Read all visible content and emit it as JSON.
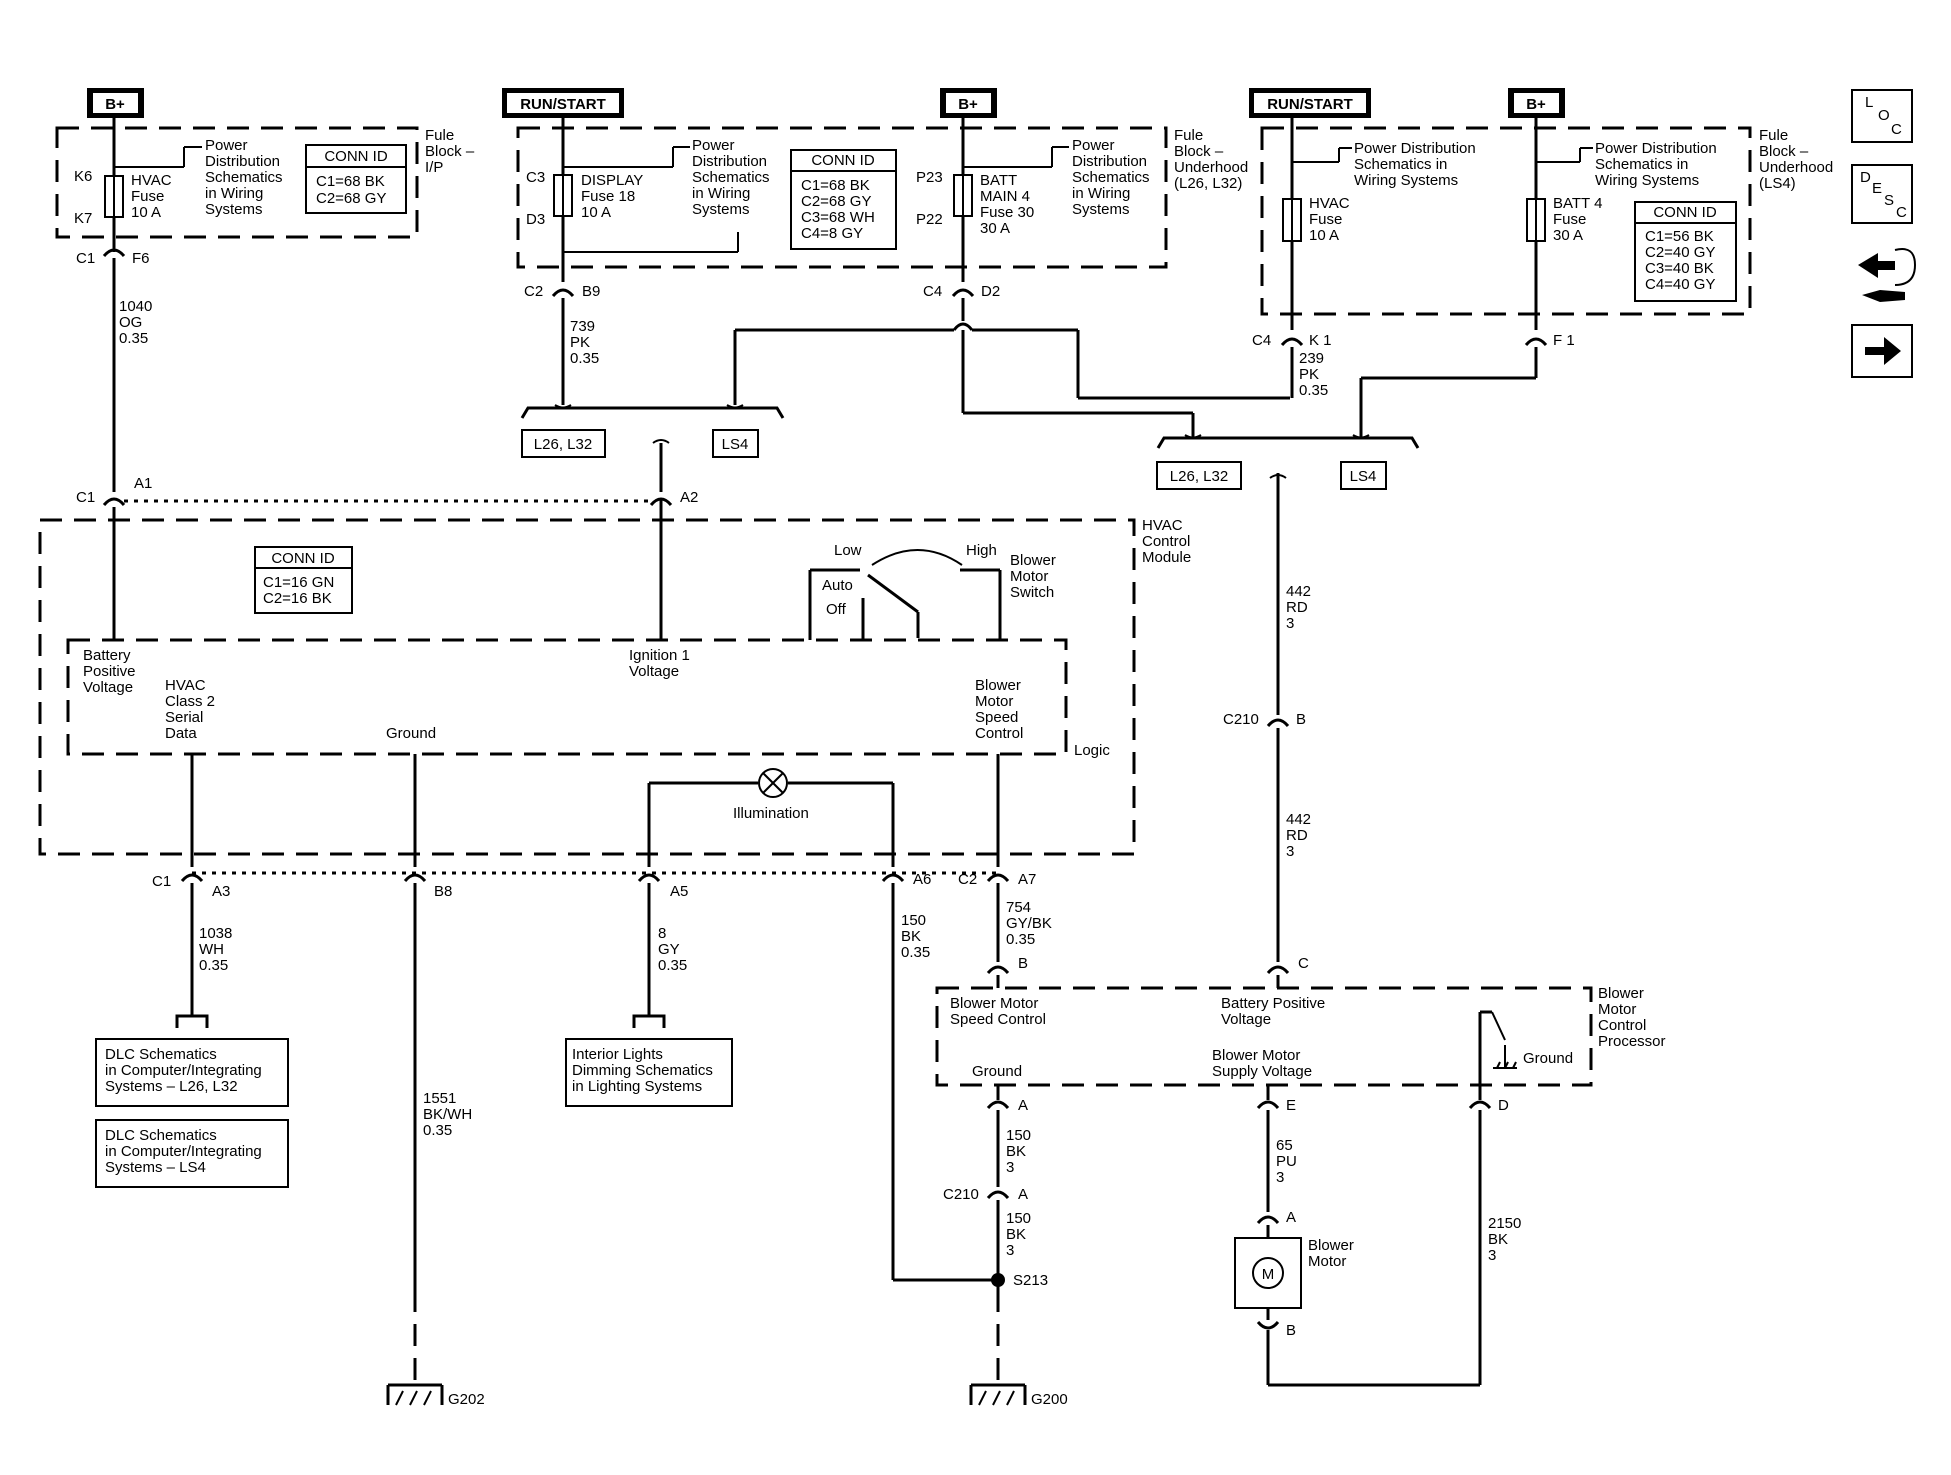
{
  "power_tags": {
    "bplus_1": "B+",
    "run_start_1": "RUN/START",
    "bplus_2": "B+",
    "run_start_2": "RUN/START",
    "bplus_3": "B+"
  },
  "nav": {
    "loc_icon": "loc-icon",
    "desc_icon": "desc-icon",
    "connector_icon": "connector-view-icon",
    "next_icon": "next-page-icon",
    "loc_letters": [
      "L",
      "O",
      "C"
    ],
    "desc_letters": [
      "D",
      "E",
      "S",
      "C"
    ]
  },
  "fuse_block_ip": {
    "title": [
      "Fule",
      "Block –",
      "I/P"
    ],
    "pins": [
      "K6",
      "K7"
    ],
    "fuse": [
      "HVAC",
      "Fuse",
      "10 A"
    ],
    "ref": [
      "Power",
      "Distribution",
      "Schematics",
      "in Wiring",
      "Systems"
    ],
    "conn_id": {
      "header": "CONN ID",
      "rows": [
        "C1=68 BK",
        "C2=68 GY"
      ]
    },
    "out_conn": "C1",
    "out_pin": "F6",
    "wire": [
      "1040",
      "OG",
      "0.35"
    ]
  },
  "fuse_block_uh_l26": {
    "title": [
      "Fule",
      "Block –",
      "Underhood",
      "(L26, L32)"
    ],
    "display_pins": [
      "C3",
      "D3"
    ],
    "display_fuse": [
      "DISPLAY",
      "Fuse 18",
      "10 A"
    ],
    "display_ref": [
      "Power",
      "Distribution",
      "Schematics",
      "in Wiring",
      "Systems"
    ],
    "conn_id": {
      "header": "CONN ID",
      "rows": [
        "C1=68 BK",
        "C2=68 GY",
        "C3=68 WH",
        "C4=8 GY"
      ]
    },
    "batt_pins": [
      "P23",
      "P22"
    ],
    "batt_fuse": [
      "BATT",
      "MAIN 4",
      "Fuse 30",
      "30 A"
    ],
    "batt_ref": [
      "Power",
      "Distribution",
      "Schematics",
      "in Wiring",
      "Systems"
    ],
    "out_conn_1": "C2",
    "out_pin_1": "B9",
    "wire_1": [
      "739",
      "PK",
      "0.35"
    ],
    "out_conn_2": "C4",
    "out_pin_2": "D2"
  },
  "fuse_block_uh_ls4": {
    "title": [
      "Fule",
      "Block –",
      "Underhood",
      "(LS4)"
    ],
    "ref_1": [
      "Power Distribution",
      "Schematics in",
      "Wiring Systems"
    ],
    "ref_2": [
      "Power Distribution",
      "Schematics in",
      "Wiring Systems"
    ],
    "hvac_fuse": [
      "HVAC",
      "Fuse",
      "10 A"
    ],
    "batt_fuse": [
      "BATT 4",
      "Fuse",
      "30 A"
    ],
    "conn_id": {
      "header": "CONN ID",
      "rows": [
        "C1=56 BK",
        "C2=40 GY",
        "C3=40 BK",
        "C4=40 GY"
      ]
    },
    "out_conn": "C4",
    "out_pin_1": "K 1",
    "out_pin_2": "F 1",
    "wire": [
      "239",
      "PK",
      "0.35"
    ]
  },
  "option_tags": {
    "left_l26": "L26, L32",
    "left_ls4": "LS4",
    "right_l26": "L26, L32",
    "right_ls4": "LS4"
  },
  "hvac_module": {
    "title": [
      "HVAC",
      "Control",
      "Module"
    ],
    "conn_id": {
      "header": "CONN ID",
      "rows": [
        "C1=16 GN",
        "C2=16 BK"
      ]
    },
    "c1_conn": "C1",
    "pin_a1": "A1",
    "pin_a2": "A2",
    "switch_low": "Low",
    "switch_high": "High",
    "switch_auto": "Auto",
    "switch_off": "Off",
    "switch_title": [
      "Blower",
      "Motor",
      "Switch"
    ],
    "logic_label": "Logic",
    "batt_voltage": [
      "Battery",
      "Positive",
      "Voltage"
    ],
    "ignition": [
      "Ignition 1",
      "Voltage"
    ],
    "hvac_data": [
      "HVAC",
      "Class 2",
      "Serial",
      "Data"
    ],
    "ground": "Ground",
    "speed_ctrl": [
      "Blower",
      "Motor",
      "Speed",
      "Control"
    ],
    "illumination": "Illumination",
    "bottom_c1": "C1",
    "pin_a3": "A3",
    "pin_b8": "B8",
    "pin_a5": "A5",
    "pin_a6": "A6",
    "bottom_c2": "C2",
    "pin_a7": "A7"
  },
  "wires": {
    "a3": [
      "1038",
      "WH",
      "0.35"
    ],
    "a5": [
      "8",
      "GY",
      "0.35"
    ],
    "a6": [
      "150",
      "BK",
      "0.35"
    ],
    "a7": [
      "754",
      "GY/BK",
      "0.35"
    ],
    "b8": [
      "1551",
      "BK/WH",
      "0.35"
    ],
    "rd1": [
      "442",
      "RD",
      "3"
    ],
    "rd2": [
      "442",
      "RD",
      "3"
    ],
    "bk3a": [
      "150",
      "BK",
      "3"
    ],
    "bk3b": [
      "150",
      "BK",
      "3"
    ],
    "pu": [
      "65",
      "PU",
      "3"
    ],
    "bk2150": [
      "2150",
      "BK",
      "3"
    ]
  },
  "refs": {
    "dlc_1": [
      "DLC Schematics",
      "in Computer/Integrating",
      "Systems – L26, L32"
    ],
    "dlc_2": [
      "DLC Schematics",
      "in Computer/Integrating",
      "Systems – LS4"
    ],
    "lights": [
      "Interior Lights",
      "Dimming Schematics",
      "in Lighting Systems"
    ]
  },
  "connectors": {
    "c210_top": "C210",
    "c210_top_pin": "B",
    "c210_bottom": "C210",
    "c210_bottom_pin": "A",
    "s213": "S213",
    "g202": "G202",
    "g200": "G200"
  },
  "bmcp": {
    "title": [
      "Blower",
      "Motor",
      "Control",
      "Processor"
    ],
    "pin_b": "B",
    "pin_c": "C",
    "speed_ctrl": [
      "Blower Motor",
      "Speed Control"
    ],
    "batt_voltage": [
      "Battery Positive",
      "Voltage"
    ],
    "ground": "Ground",
    "supply": [
      "Blower Motor",
      "Supply Voltage"
    ],
    "int_ground": "Ground",
    "pin_a": "A",
    "pin_e": "E",
    "pin_d": "D"
  },
  "blower_motor": {
    "label": [
      "Blower",
      "Motor"
    ],
    "symbol": "M",
    "pin_a": "A",
    "pin_b": "B"
  }
}
